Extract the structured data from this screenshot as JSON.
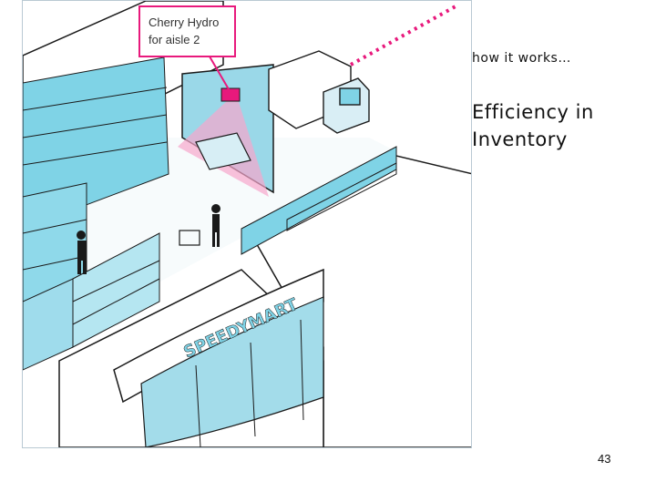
{
  "slide": {
    "subtitle": "how it works…",
    "title": "Efficiency in Inventory",
    "page_number": "43"
  },
  "illustration": {
    "callout_line1": "Cherry Hydro",
    "callout_line2": "for aisle 2",
    "store_sign": "SPEEDYMART",
    "colors": {
      "accent_pink": "#e8197c",
      "shelf_blue": "#7fd3e6",
      "outline": "#1a1a1a"
    }
  }
}
